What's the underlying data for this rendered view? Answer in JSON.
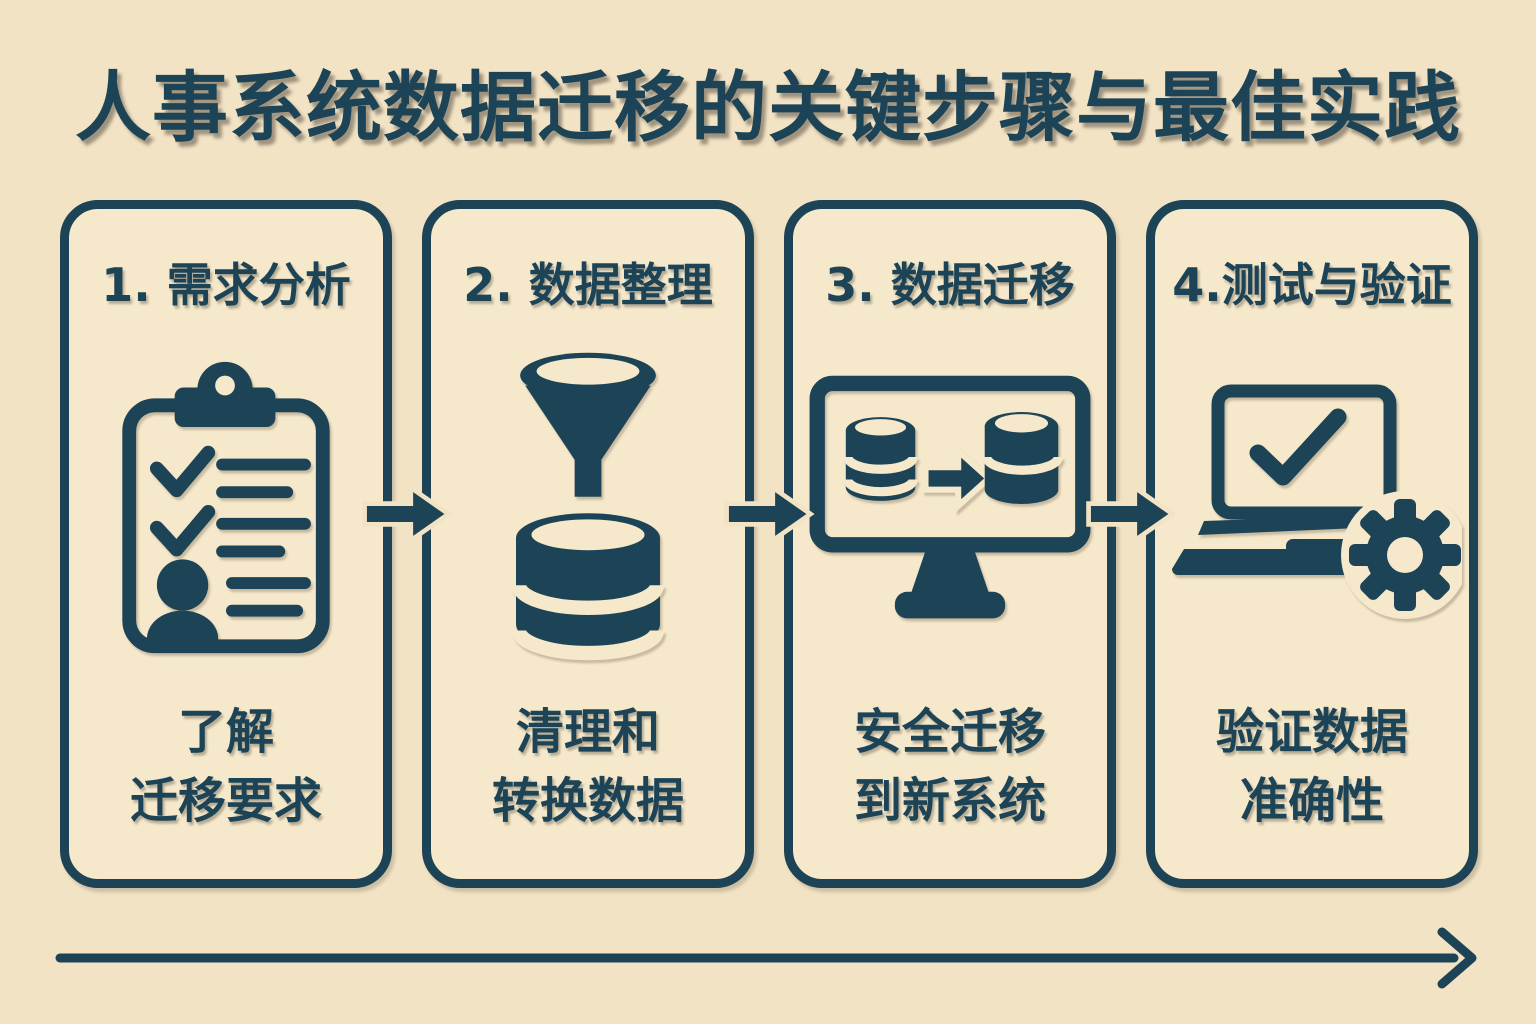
{
  "title": "人事系统数据迁移的关键步骤与最佳实践",
  "colors": {
    "background": "#f2e3c5",
    "card_background": "#f5e8cb",
    "ink": "#1d4356"
  },
  "steps": [
    {
      "heading": "1. 需求分析",
      "icon": "clipboard-checklist-icon",
      "caption": "了解\n迁移要求"
    },
    {
      "heading": "2. 数据整理",
      "icon": "funnel-database-icon",
      "caption": "清理和\n转换数据"
    },
    {
      "heading": "3. 数据迁移",
      "icon": "monitor-database-transfer-icon",
      "caption": "安全迁移\n到新系统"
    },
    {
      "heading": "4.测试与验证",
      "icon": "laptop-check-gear-icon",
      "caption": "验证数据\n准确性"
    }
  ],
  "flow": {
    "step_connector_icon": "right-arrow-icon",
    "timeline_icon": "long-right-arrow-icon"
  }
}
